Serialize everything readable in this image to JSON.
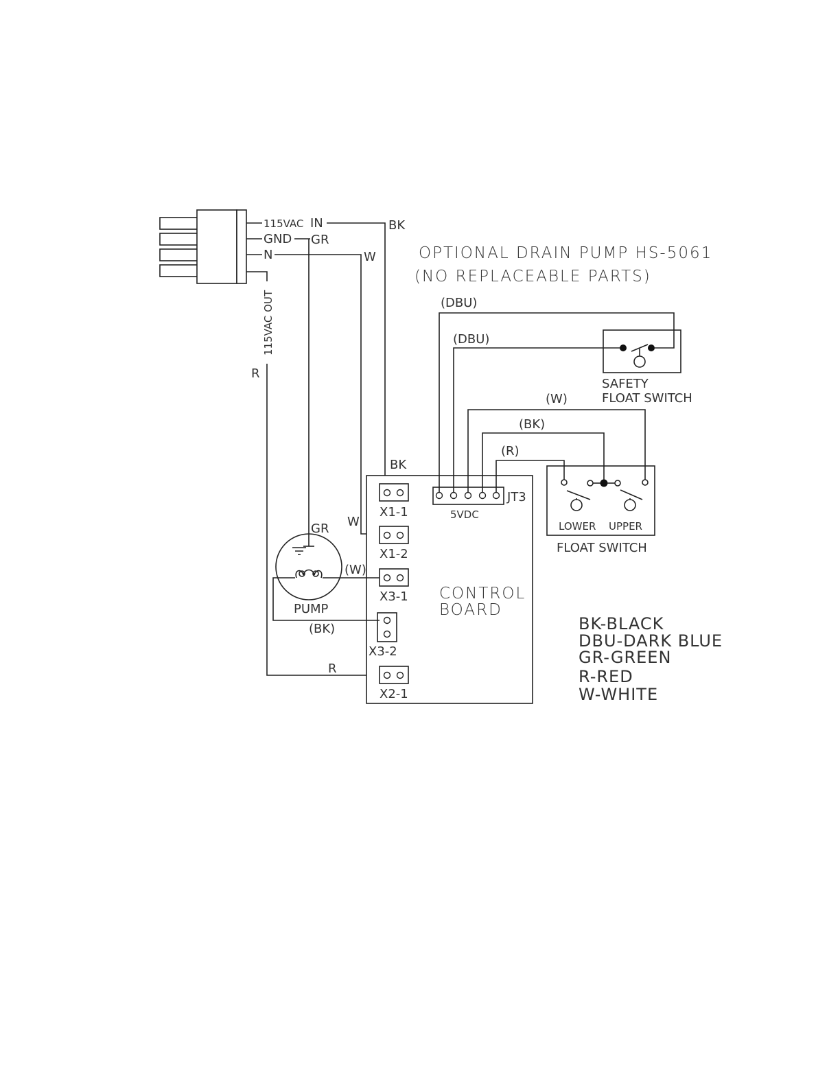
{
  "title": {
    "line1": "OPTIONAL DRAIN PUMP HS-5061",
    "line2": "(NO REPLACEABLE PARTS)"
  },
  "plug": {
    "pin_115vac_in": "115VAC",
    "pin_in": "IN",
    "pin_gnd": "GND",
    "pin_n": "N",
    "pin_115vac_out": "115VAC OUT"
  },
  "wires": {
    "bk_top": "BK",
    "gr_top": "GR",
    "w_top": "W",
    "r_left": "R",
    "bk_board": "BK",
    "w_board": "W",
    "gr_pump": "GR",
    "w_pump": "(W)",
    "bk_pump": "(BK)",
    "r_bottom": "R",
    "dbu_1": "(DBU)",
    "dbu_2": "(DBU)",
    "w_float": "(W)",
    "bk_float": "(BK)",
    "r_float": "(R)"
  },
  "board": {
    "x1_1": "X1-1",
    "x1_2": "X1-2",
    "x3_1": "X3-1",
    "x3_2": "X3-2",
    "x2_1": "X2-1",
    "jt3": "JT3",
    "vdc": "5VDC",
    "label_line1": "CONTROL",
    "label_line2": "BOARD"
  },
  "pump": {
    "label": "PUMP"
  },
  "safety_switch": {
    "line1": "SAFETY",
    "line2": "FLOAT SWITCH"
  },
  "float_switch": {
    "lower": "LOWER",
    "upper": "UPPER",
    "label": "FLOAT SWITCH"
  },
  "legend": [
    "BK-BLACK",
    "DBU-DARK BLUE",
    "GR-GREEN",
    "R-RED",
    "W-WHITE"
  ]
}
